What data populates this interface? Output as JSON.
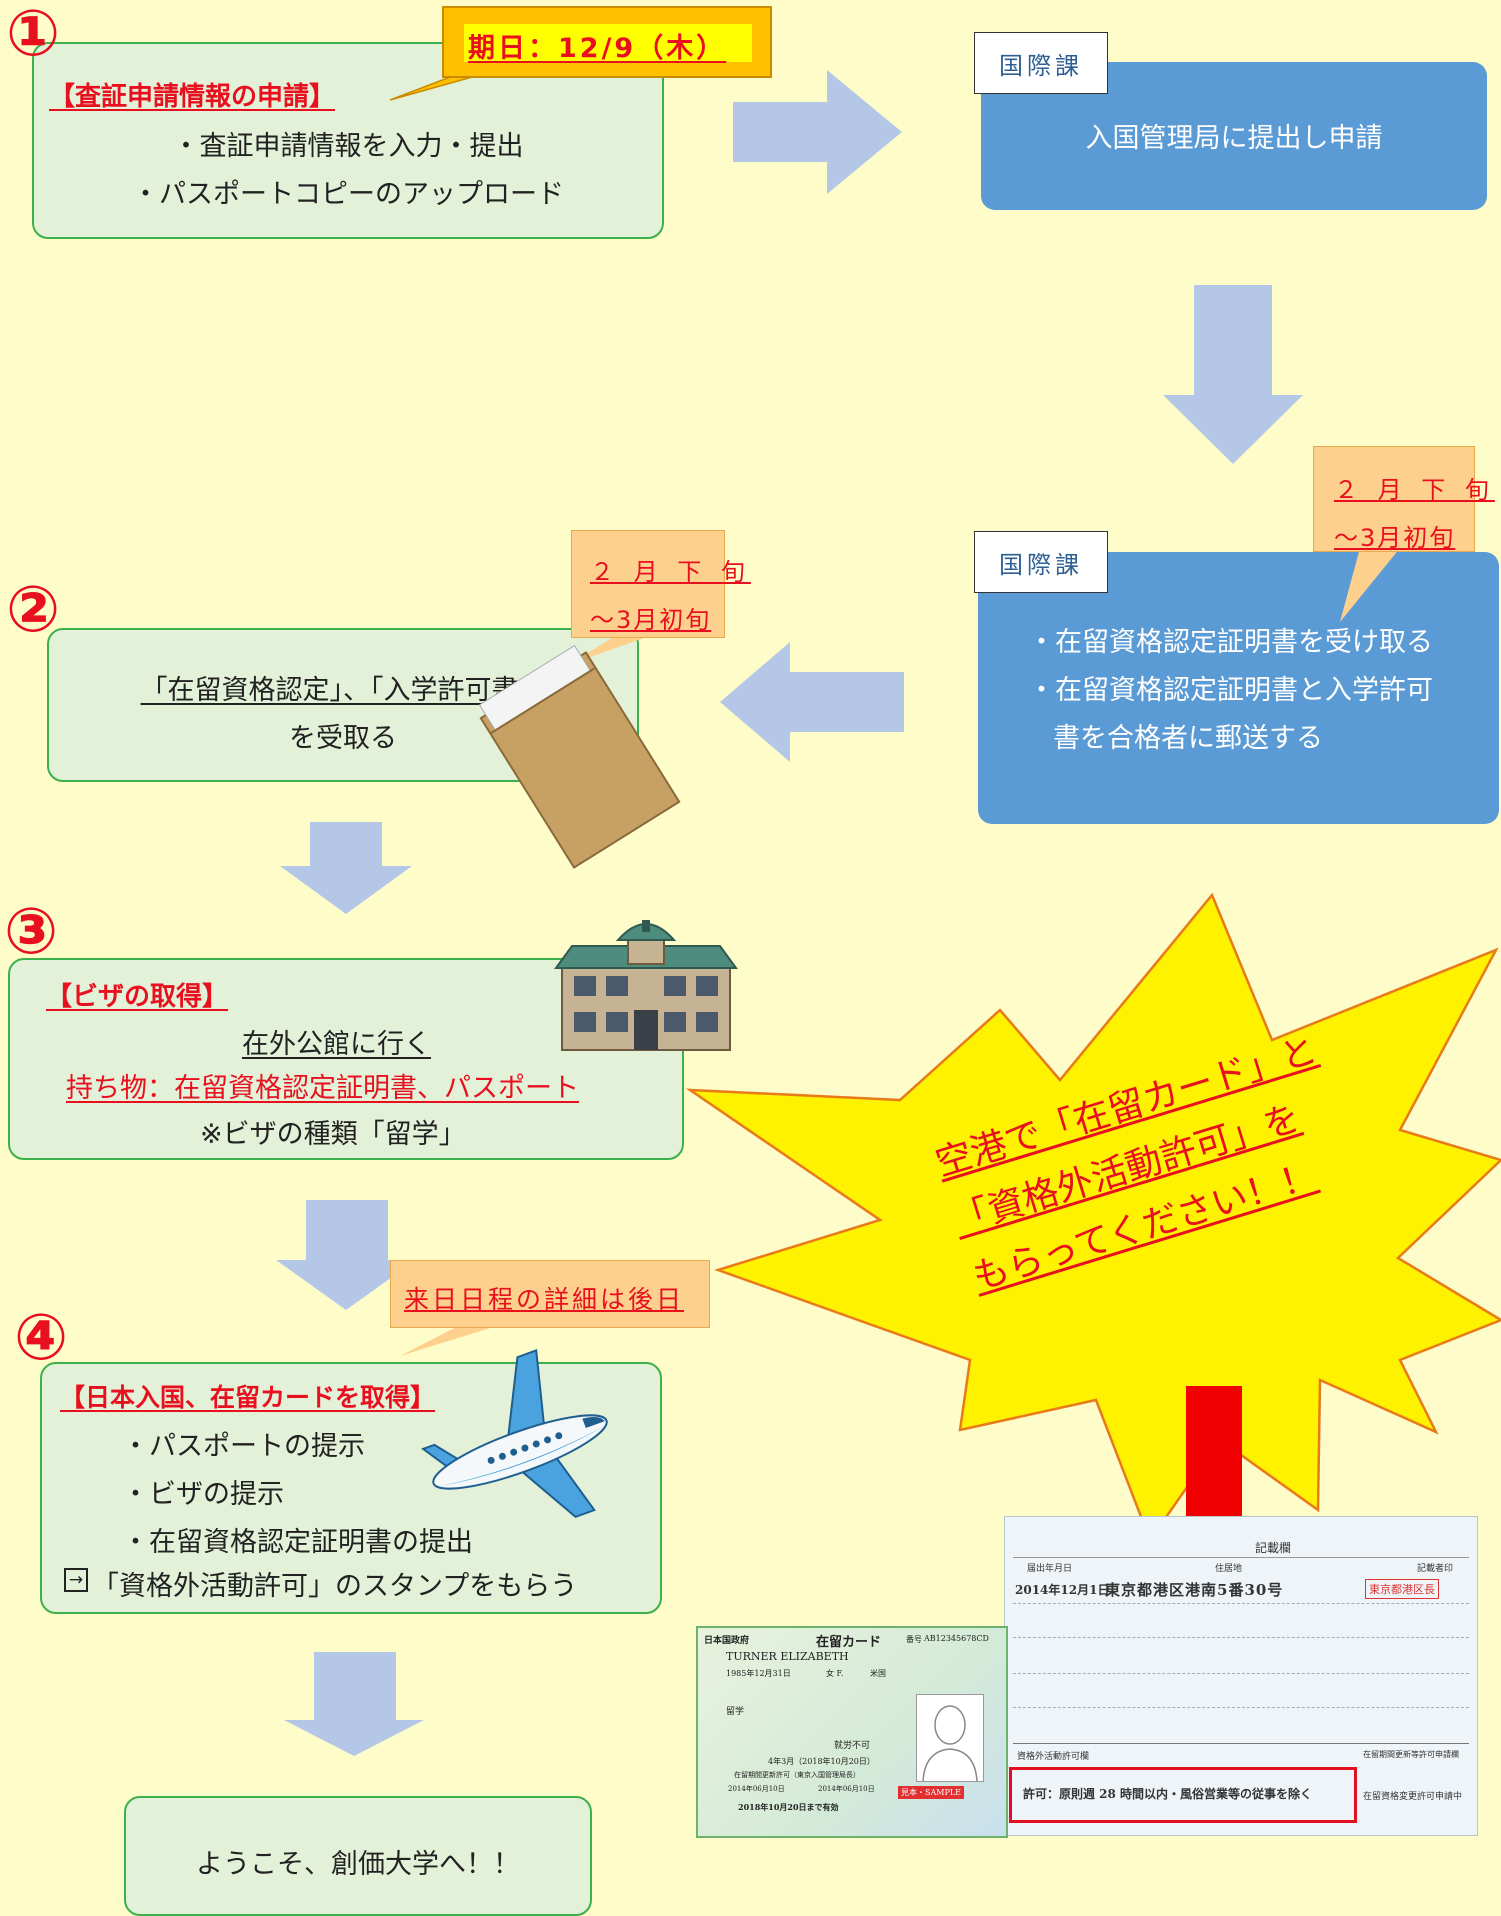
{
  "colors": {
    "background": "#fefdc9",
    "green_box": "#e4f1d9",
    "green_border": "#3cb04a",
    "blue_box": "#5b9bd5",
    "arrow": "#b4c7e7",
    "red": "#e8101f",
    "callout": "#fdd18d",
    "burst": "#fff200",
    "deadline": "#ffc000"
  },
  "step1": {
    "number": "①",
    "title": "【査証申請情報の申請】",
    "lines": [
      "・査証申請情報を入力・提出",
      "・パスポートコピーのアップロード"
    ],
    "deadline": "期日：12/9（木）"
  },
  "office1": {
    "tag": "国際課",
    "text": "入国管理局に提出し申請"
  },
  "office2": {
    "tag": "国際課",
    "lines": [
      "・在留資格認定証明書を受け取る",
      "・在留資格認定証明書と入学許可",
      "書を合格者に郵送する"
    ],
    "note_line1": "２ 月 下 旬",
    "note_line2": "～3月初旬"
  },
  "step2": {
    "number": "②",
    "line1": "「在留資格認定」、「入学許可書」",
    "line2": "を受取る",
    "note_line1": "２ 月 下 旬",
    "note_line2": "～3月初旬"
  },
  "step3": {
    "number": "③",
    "title": "【ビザの取得】",
    "line1": "在外公館に行く",
    "line2": "持ち物：在留資格認定証明書、パスポート",
    "line3": "※ビザの種類「留学」"
  },
  "schedule_note": "来日日程の詳細は後日",
  "step4": {
    "number": "④",
    "title": "【日本入国、在留カードを取得】",
    "lines": [
      "・パスポートの提示",
      "・ビザの提示",
      "・在留資格認定証明書の提出"
    ],
    "stamp_icon": "arrow-box-icon",
    "stamp_text": "「資格外活動許可」のスタンプをもらう"
  },
  "final": "ようこそ、創価大学へ！！",
  "burst": {
    "line1": "空港で「在留カード」と",
    "line2": "「資格外活動許可」を",
    "line3": "もらってください！！"
  },
  "residence_card": {
    "gov": "日本国政府",
    "title": "在留カード",
    "number_label": "番号",
    "number": "AB12345678CD",
    "name": "TURNER ELIZABETH",
    "dob": "1985年12月31日",
    "sex": "女 F.",
    "nationality": "米国",
    "status": "留学",
    "period": "4年3月（2018年10月20日）",
    "permission": "在留期間更新許可（東京入国管理局長）",
    "issued": "2014年06月10日",
    "effective": "2014年06月10日",
    "expiry": "2018年10月20日まで有効",
    "sample": "見本・SAMPLE",
    "work": "就労不可"
  },
  "back_card": {
    "header": "記載欄",
    "date_label": "届出年月日",
    "address_label": "住居地",
    "auth_label": "記載者印",
    "date": "2014年12月1日",
    "address": "東京都港区港南5番30号",
    "authority": "東京都港区長",
    "permit_label": "資格外活動許可欄",
    "renew_label": "在留期間更新等許可申請欄",
    "permit": "許可：原則週 28 時間以内・風俗営業等の従事を除く",
    "renew": "在留資格変更許可申請中"
  }
}
